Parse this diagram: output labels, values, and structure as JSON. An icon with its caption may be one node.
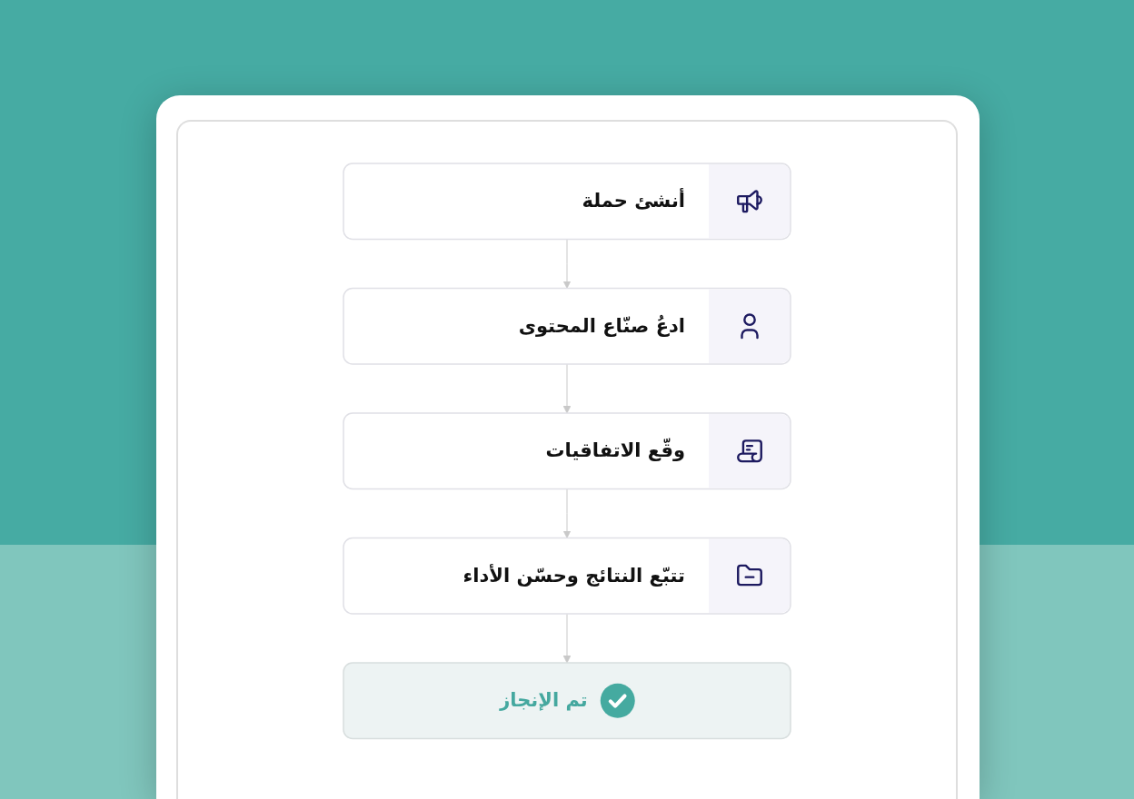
{
  "diagram": {
    "nodes": [
      {
        "text": [
          "أنشئ حملة"
        ]
      },
      {
        "text": [
          "ادعُ صنّاع المحتوى"
        ]
      },
      {
        "text": [
          "وقّع الاتفاقيات"
        ]
      },
      {
        "text": [
          "تتبّع النتائج وحسّن الأداء"
        ]
      },
      {
        "text": [
          "تم الإنجاز"
        ]
      }
    ],
    "edges": [
      {
        "from": 0,
        "to": 1,
        "arrow": "to"
      },
      {
        "from": 1,
        "to": 2,
        "arrow": "to"
      },
      {
        "from": 2,
        "to": 3,
        "arrow": "to"
      },
      {
        "from": 3,
        "to": 4,
        "arrow": "to"
      }
    ]
  }
}
